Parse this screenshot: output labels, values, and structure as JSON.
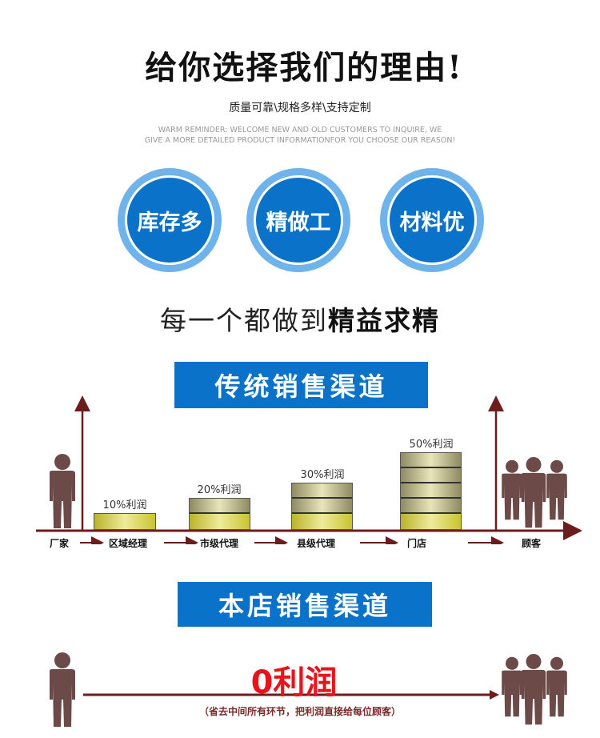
{
  "header": {
    "title": "给你选择我们的理由!",
    "subtitle": "质量可靠\\规格多样\\支持定制",
    "reminder_line1": "WARM REMINDER: WELCOME NEW AND OLD CUSTOMERS TO INQUIRE, WE",
    "reminder_line2": "GIVE A MORE DETAILED PRODUCT INFORMATIONFOR YOU CHOOSE OUR REASON!"
  },
  "features": [
    "库存多",
    "精做工",
    "材料优"
  ],
  "slogan": {
    "normal": "每一个都做到",
    "bold": "精益求精"
  },
  "traditional": {
    "banner": "传统销售渠道",
    "chain": [
      "厂家",
      "区域经理",
      "市级代理",
      "县级代理",
      "门店",
      "顾客"
    ],
    "profits": [
      "10%利润",
      "20%利润",
      "30%利润",
      "50%利润"
    ],
    "layers": [
      1,
      2,
      3,
      5
    ]
  },
  "ours": {
    "banner": "本店销售渠道",
    "profit": "0利润",
    "note": "（省去中间所有环节，把利润直接给每位顾客）"
  },
  "colors": {
    "blue": "#0a73c9",
    "maroon": "#6b1c1c",
    "red": "#e8141b",
    "person": "#6b4a48"
  }
}
